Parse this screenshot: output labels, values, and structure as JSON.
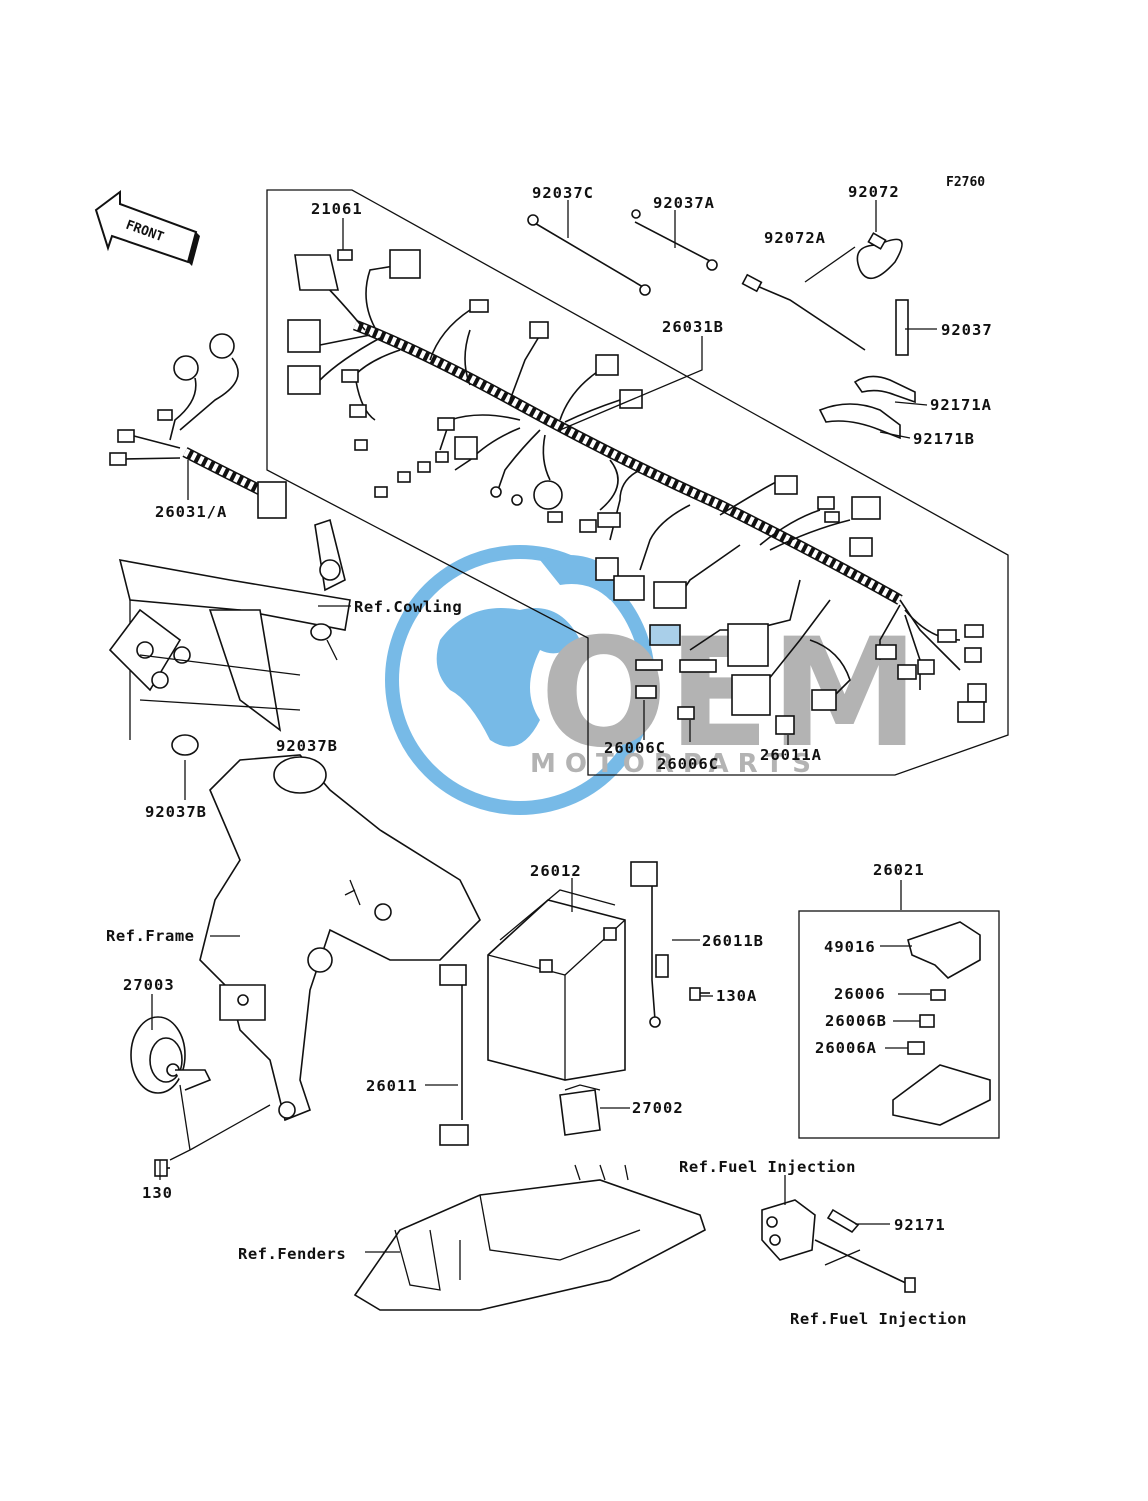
{
  "figure_code": "F2760",
  "front_label": "FRONT",
  "watermark": {
    "logo_text": "OEM",
    "sub_text": "MOTORPARTS",
    "color": "#4aa3df",
    "gray": "#9a9a9a"
  },
  "callouts": {
    "p21061": "21061",
    "p92037C": "92037C",
    "p92037A": "92037A",
    "p92072": "92072",
    "p92072A": "92072A",
    "p26031B": "26031B",
    "p92037": "92037",
    "p92171A": "92171A",
    "p92171B": "92171B",
    "p26031A": "26031/A",
    "p92037B_1": "92037B",
    "p92037B_2": "92037B",
    "p26006C_1": "26006C",
    "p26006C_2": "26006C",
    "p26011A": "26011A",
    "p26012": "26012",
    "p26021": "26021",
    "p26011B": "26011B",
    "p49016": "49016",
    "p130A": "130A",
    "p26006": "26006",
    "p26006B": "26006B",
    "p26006A": "26006A",
    "p27003": "27003",
    "p26011": "26011",
    "p27002": "27002",
    "p130": "130",
    "p92171": "92171"
  },
  "references": {
    "cowling": "Ref.Cowling",
    "frame": "Ref.Frame",
    "fenders": "Ref.Fenders",
    "fuel_injection_1": "Ref.Fuel Injection",
    "fuel_injection_2": "Ref.Fuel Injection"
  }
}
